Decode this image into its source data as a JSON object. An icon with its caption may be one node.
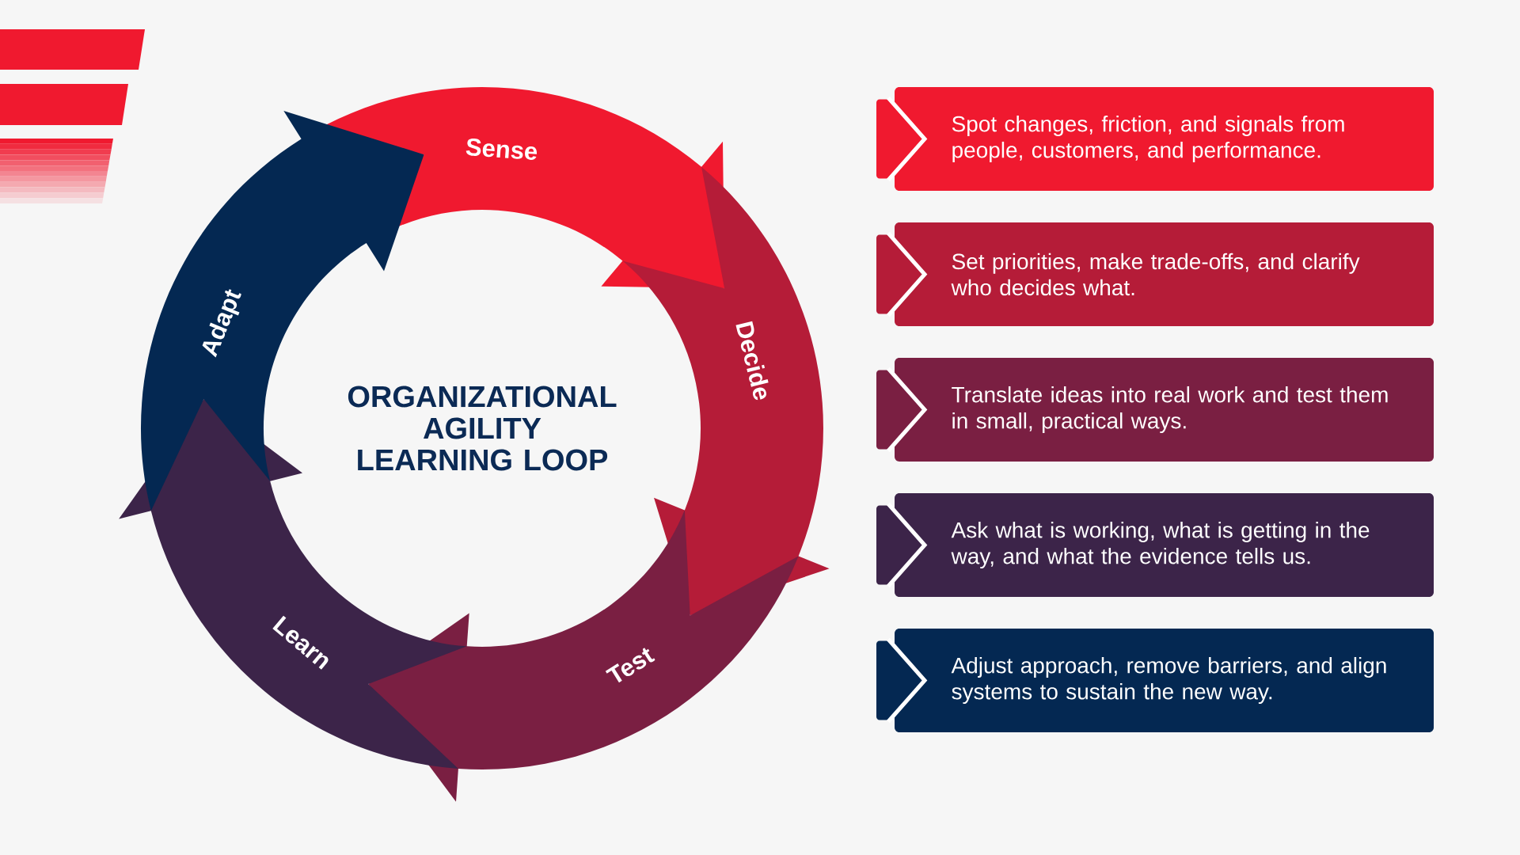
{
  "diagram": {
    "title": "ORGANIZATIONAL AGILITY LEARNING LOOP",
    "nodes": [
      {
        "text": [
          "Sense"
        ]
      },
      {
        "text": [
          "Decide"
        ]
      },
      {
        "text": [
          "Test"
        ]
      },
      {
        "text": [
          "Learn"
        ]
      },
      {
        "text": [
          "Adapt"
        ]
      },
      {
        "text": [
          "Spot changes, friction, and signals from people, customers, and performance."
        ]
      },
      {
        "text": [
          "Set priorities, make trade-offs, and clarify who decides what."
        ]
      },
      {
        "text": [
          "Translate ideas into real work and test them in small, practical ways."
        ]
      },
      {
        "text": [
          "Ask what is working, what is getting in the way, and what the evidence tells us."
        ]
      },
      {
        "text": [
          "Adjust approach, remove barriers, and align systems to sustain the new way."
        ]
      }
    ]
  }
}
